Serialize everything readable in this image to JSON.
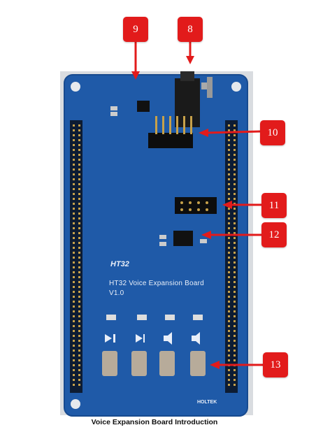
{
  "caption": "Voice Expansion Board Introduction",
  "board": {
    "logo": "HT32",
    "title": "HT32 Voice Expansion Board",
    "version": "V1.0",
    "brand": "HOLTEK"
  },
  "callouts": [
    {
      "label": "9"
    },
    {
      "label": "8"
    },
    {
      "label": "10"
    },
    {
      "label": "11"
    },
    {
      "label": "12"
    },
    {
      "label": "13"
    }
  ],
  "colors": {
    "board": "#1f5aa8",
    "callout": "#e21b1b"
  }
}
